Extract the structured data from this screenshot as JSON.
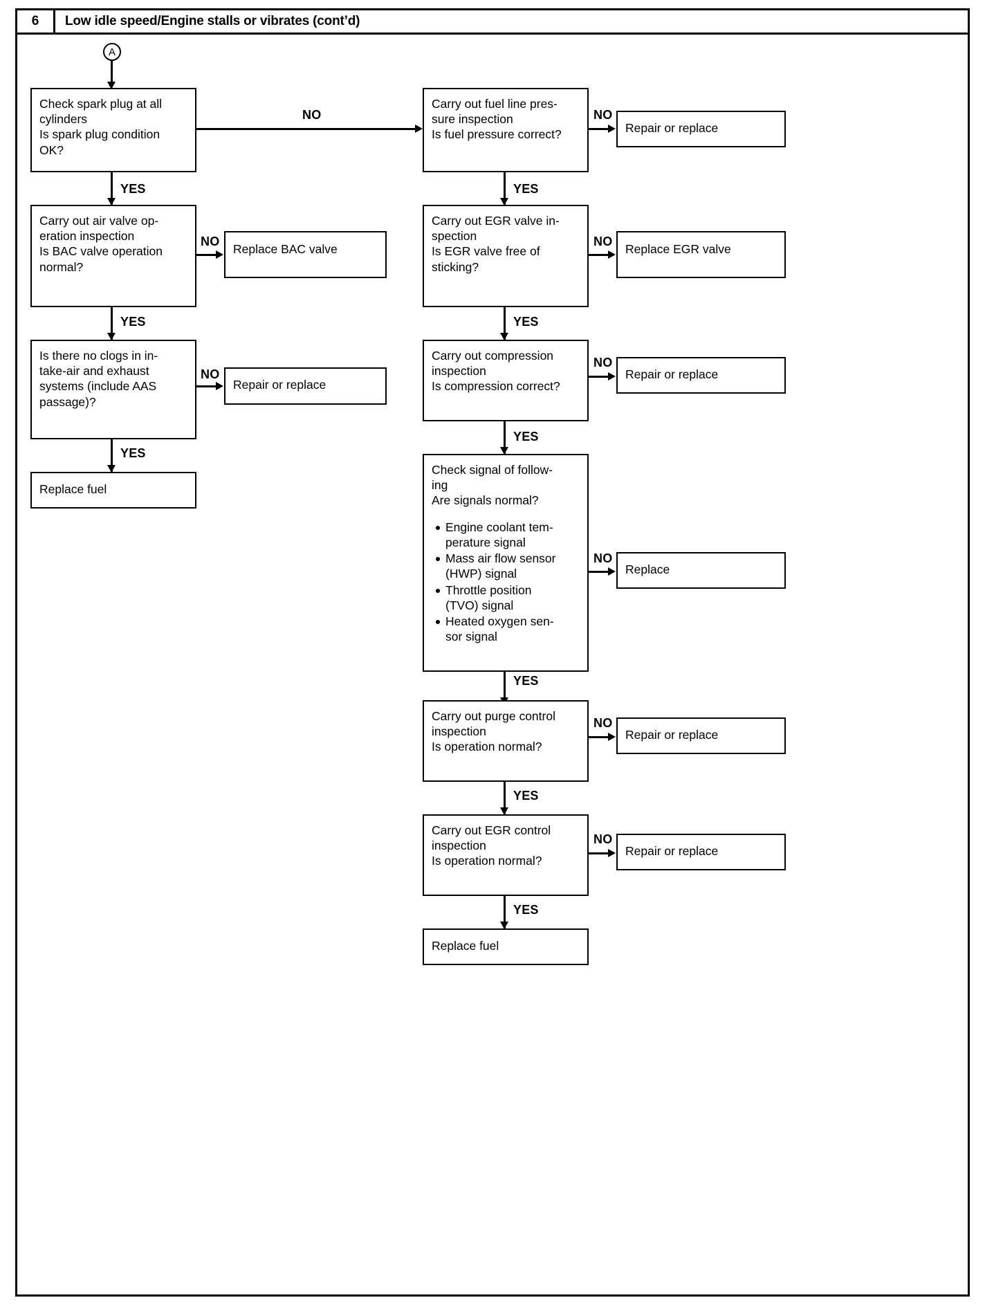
{
  "header": {
    "number": "6",
    "title": "Low idle speed/Engine stalls or vibrates (cont’d)"
  },
  "connector": {
    "label": "A"
  },
  "edge_labels": {
    "yes": "YES",
    "no": "NO"
  },
  "flowchart": {
    "type": "flowchart",
    "left_column": [
      {
        "id": "spark-plug",
        "lines": [
          "Check spark plug at all cylinders",
          "Is spark plug condition OK?"
        ],
        "no_target": "fuel-line-pressure",
        "yes_target": "air-valve"
      },
      {
        "id": "air-valve",
        "lines": [
          "Carry out air valve operation inspection",
          "Is BAC valve operation normal?"
        ],
        "no_target": "replace-bac-valve",
        "yes_target": "clogs"
      },
      {
        "id": "clogs",
        "lines": [
          "Is there no clogs in intake-air and exhaust systems (include AAS passage)?"
        ],
        "no_target": "repair-or-replace-1",
        "yes_target": "replace-fuel-left"
      },
      {
        "id": "replace-fuel-left",
        "lines": [
          "Replace fuel"
        ]
      }
    ],
    "left_results": [
      {
        "id": "replace-bac-valve",
        "label": "Replace BAC valve"
      },
      {
        "id": "repair-or-replace-1",
        "label": "Repair or replace"
      }
    ],
    "right_column": [
      {
        "id": "fuel-line-pressure",
        "lines": [
          "Carry out fuel line pressure inspection",
          "Is fuel pressure correct?"
        ],
        "no_target": "repair-or-replace-2",
        "yes_target": "egr-valve"
      },
      {
        "id": "egr-valve",
        "lines": [
          "Carry out EGR valve inspection",
          "Is EGR valve free of sticking?"
        ],
        "no_target": "replace-egr-valve",
        "yes_target": "compression"
      },
      {
        "id": "compression",
        "lines": [
          "Carry out compression inspection",
          "Is compression correct?"
        ],
        "no_target": "repair-or-replace-3",
        "yes_target": "check-signal"
      },
      {
        "id": "check-signal",
        "lines": [
          "Check signal of following",
          "Are signals normal?"
        ],
        "bullets": [
          "Engine coolant temperature signal",
          "Mass air flow sensor (HWP) signal",
          "Throttle position (TVO) signal",
          "Heated oxygen sensor signal"
        ],
        "no_target": "replace",
        "yes_target": "purge-control"
      },
      {
        "id": "purge-control",
        "lines": [
          "Carry out purge control inspection",
          "Is operation normal?"
        ],
        "no_target": "repair-or-replace-4",
        "yes_target": "egr-control"
      },
      {
        "id": "egr-control",
        "lines": [
          "Carry out EGR control inspection",
          "Is operation normal?"
        ],
        "no_target": "repair-or-replace-5",
        "yes_target": "replace-fuel-right"
      },
      {
        "id": "replace-fuel-right",
        "lines": [
          "Replace fuel"
        ]
      }
    ],
    "right_results": [
      {
        "id": "repair-or-replace-2",
        "label": "Repair or replace"
      },
      {
        "id": "replace-egr-valve",
        "label": "Replace EGR valve"
      },
      {
        "id": "repair-or-replace-3",
        "label": "Repair or replace"
      },
      {
        "id": "replace",
        "label": "Replace"
      },
      {
        "id": "repair-or-replace-4",
        "label": "Repair or replace"
      },
      {
        "id": "repair-or-replace-5",
        "label": "Repair or replace"
      }
    ]
  },
  "box_text": {
    "spark_plug_l1": "Check spark plug at all",
    "spark_plug_l2": "cylinders",
    "spark_plug_l3": "Is spark plug condition",
    "spark_plug_l4": "OK?",
    "air_valve_l1": "Carry out air valve op-",
    "air_valve_l2": "eration inspection",
    "air_valve_l3": "Is BAC valve operation",
    "air_valve_l4": "normal?",
    "clogs_l1": "Is there no clogs in in-",
    "clogs_l2": "take-air and exhaust",
    "clogs_l3": "systems (include AAS",
    "clogs_l4": "passage)?",
    "replace_fuel_left": "Replace fuel",
    "replace_bac_valve": "Replace BAC valve",
    "repair_or_replace_1": "Repair or replace",
    "fuel_line_l1": "Carry out fuel line pres-",
    "fuel_line_l2": "sure inspection",
    "fuel_line_l3": "Is fuel pressure correct?",
    "repair_or_replace_2": "Repair or replace",
    "egr_valve_l1": "Carry out EGR valve in-",
    "egr_valve_l2": "spection",
    "egr_valve_l3": "Is EGR valve free of",
    "egr_valve_l4": "sticking?",
    "replace_egr_valve": "Replace EGR valve",
    "compression_l1": "Carry out compression",
    "compression_l2": "inspection",
    "compression_l3": "Is compression correct?",
    "repair_or_replace_3": "Repair or replace",
    "check_signal_l1": "Check signal of follow-",
    "check_signal_l2": "ing",
    "check_signal_l3": "Are signals normal?",
    "bullet_1a": "Engine coolant tem-",
    "bullet_1b": "perature signal",
    "bullet_2a": "Mass air flow sensor",
    "bullet_2b": "(HWP) signal",
    "bullet_3a": "Throttle position",
    "bullet_3b": "(TVO) signal",
    "bullet_4a": "Heated oxygen sen-",
    "bullet_4b": "sor signal",
    "replace": "Replace",
    "purge_l1": "Carry out purge control",
    "purge_l2": "inspection",
    "purge_l3": "Is operation normal?",
    "repair_or_replace_4": "Repair or replace",
    "egr_control_l1": "Carry out EGR control",
    "egr_control_l2": "inspection",
    "egr_control_l3": "Is operation normal?",
    "repair_or_replace_5": "Repair or replace",
    "replace_fuel_right": "Replace fuel"
  }
}
